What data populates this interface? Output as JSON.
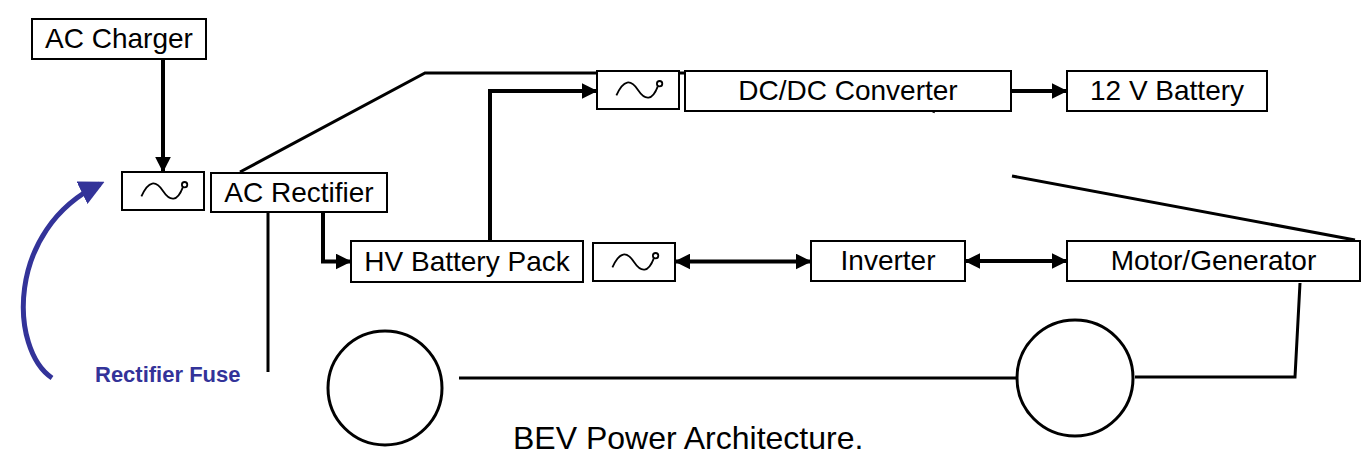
{
  "diagram": {
    "caption": "BEV Power Architecture.",
    "nodes": [
      {
        "text": [
          "AC Charger"
        ]
      },
      {
        "text": [
          "AC Rectifier"
        ]
      },
      {
        "text": [
          "HV Battery Pack"
        ]
      },
      {
        "text": [
          "DC/DC Converter"
        ]
      },
      {
        "text": [
          "12 V Battery"
        ]
      },
      {
        "text": [
          "Inverter"
        ]
      },
      {
        "text": [
          "Motor/Generator"
        ]
      }
    ],
    "edges": [
      {
        "from": 0,
        "to": 1,
        "arrow": "to"
      },
      {
        "from": 1,
        "to": 2,
        "arrow": "to"
      },
      {
        "from": 2,
        "to": 3,
        "arrow": "to"
      },
      {
        "from": 3,
        "to": 4,
        "arrow": "to"
      },
      {
        "from": 2,
        "to": 5,
        "arrow": "both"
      },
      {
        "from": 5,
        "to": 6,
        "arrow": "both"
      }
    ],
    "labels": [
      "Rectifier Fuse"
    ]
  }
}
